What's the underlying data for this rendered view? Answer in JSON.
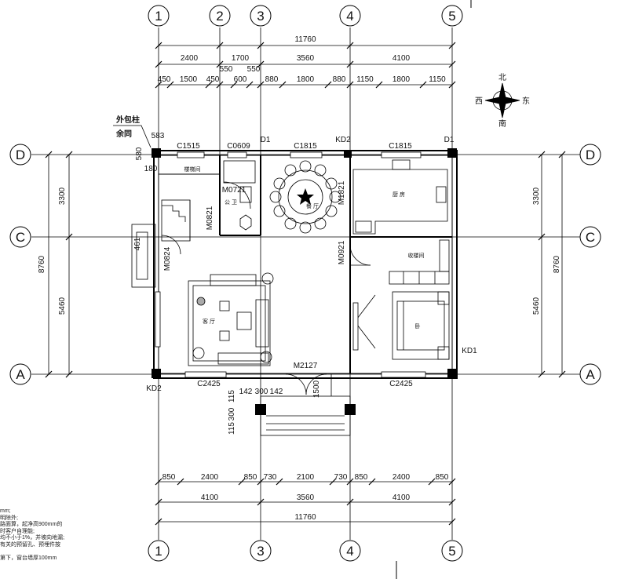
{
  "axes_vertical": [
    "1",
    "2",
    "3",
    "4",
    "5"
  ],
  "axes_horizontal": [
    "D",
    "C",
    "A"
  ],
  "dims_top": {
    "total": "11760",
    "row1": [
      "2400",
      "1700",
      "3560",
      "4100"
    ],
    "row2": [
      "450",
      "1500",
      "450",
      "550",
      "600",
      "550",
      "880",
      "1800",
      "880",
      "1150",
      "1800",
      "1150"
    ]
  },
  "dims_bottom": {
    "row1": [
      "850",
      "2400",
      "850",
      "730",
      "2100",
      "730",
      "850",
      "2400",
      "850"
    ],
    "row2": [
      "4100",
      "3560",
      "4100"
    ],
    "total": "11760"
  },
  "dims_left": {
    "outer": "8760",
    "inner": [
      "3300",
      "5460"
    ]
  },
  "dims_right": {
    "outer": "8760",
    "inner": [
      "3300",
      "5460"
    ]
  },
  "dims_misc": {
    "d583": "583",
    "d580": "580",
    "d180": "180",
    "d461": "461",
    "d1500": "1500",
    "d115a": "115",
    "d300a": "300",
    "d142a": "142",
    "d300b": "300",
    "d142b": "142",
    "d115b": "115"
  },
  "windows": [
    "C1515",
    "C0609",
    "C1815",
    "C1815",
    "C2425",
    "C2425"
  ],
  "doors": [
    "M0721",
    "M0821",
    "M0824",
    "M1821",
    "M0921",
    "M2127"
  ],
  "column_tags": {
    "d1_left": "D1",
    "d1_right": "D1",
    "kd2_top": "KD2",
    "kd2_bottom": "KD2",
    "kd1": "KD1"
  },
  "rooms": {
    "stairs": "楼梯间",
    "toilet": "公 卫",
    "dining": "餐 厅",
    "kitchen": "厨 房",
    "storage": "收楼间",
    "living": "客 厅",
    "bedroom": "卧"
  },
  "annotation": {
    "line1": "外包柱",
    "line2": "余同"
  },
  "compass": {
    "north": "北",
    "south": "南",
    "east": "东",
    "west": "西"
  },
  "notes": [
    "mm;",
    "明除外;",
    "路面算，起净高900mm的",
    "时客户自理能;",
    "均不小于1%，并坡向地漏;",
    "有关的预留孔、预埋件按",
    "",
    "第下，窗台墙厚100mm"
  ]
}
